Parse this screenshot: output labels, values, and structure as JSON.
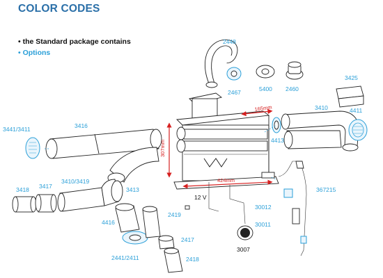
{
  "header": {
    "title": "COLOR CODES",
    "legend_standard": "• the Standard package contains",
    "legend_options": "• Options"
  },
  "colors": {
    "title": "#2a6fa8",
    "option": "#2a9fd8",
    "standard": "#111111",
    "dimension": "#d62020"
  },
  "dimensions": {
    "height": "307mm",
    "width": "424mm",
    "depth": "165mm"
  },
  "parts": {
    "p2448": "2448",
    "p2467": "2467",
    "p5400": "5400",
    "p2460": "2460",
    "p3425": "3425",
    "p3410_top": "3410",
    "p4411": "4411",
    "p4413": "4413",
    "p3441": "3441/3411",
    "p3416": "3416",
    "p3418": "3418",
    "p3417": "3417",
    "p3410_3419": "3410/3419",
    "p3413": "3413",
    "p4416": "4416",
    "p2419": "2419",
    "p2417": "2417",
    "p2441": "2441/2411",
    "p2418": "2418",
    "p367215": "367215",
    "p30012": "30012",
    "p30011": "30011",
    "p3007": "3007",
    "voltage": "12 V"
  }
}
